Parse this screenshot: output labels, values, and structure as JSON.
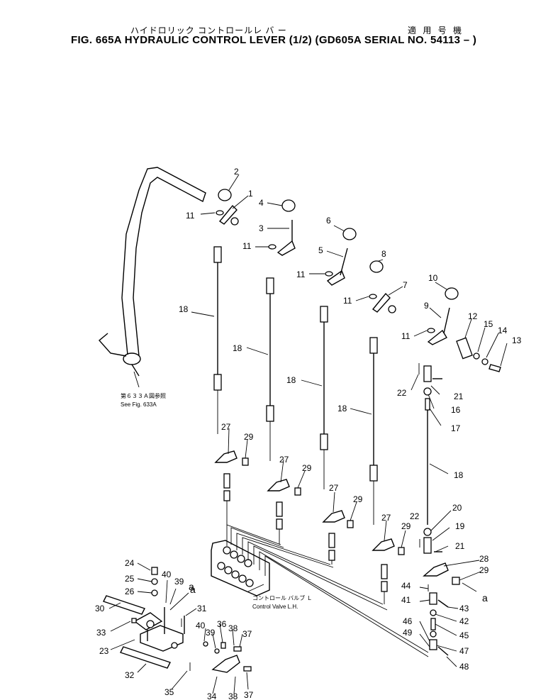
{
  "header": {
    "jp_title": "ハイドロリック コントロールレ バ ー",
    "jp_applicable": "適 用 号 機",
    "title": "FIG. 665A  HYDRAULIC CONTROL LEVER (1/2) (GD605A SERIAL NO. 54113 – )"
  },
  "notes": {
    "see_fig_jp": "第６３３Ａ図参照",
    "see_fig": "See Fig. 633A",
    "valve_jp": "コントロール バルブ Ｌ",
    "valve": "Control Valve L.H."
  },
  "callouts": [
    {
      "id": "c2",
      "text": "2"
    },
    {
      "id": "c1",
      "text": "1"
    },
    {
      "id": "c11a",
      "text": "11"
    },
    {
      "id": "c4",
      "text": "4"
    },
    {
      "id": "c3",
      "text": "3"
    },
    {
      "id": "c11b",
      "text": "11"
    },
    {
      "id": "c6",
      "text": "6"
    },
    {
      "id": "c5",
      "text": "5"
    },
    {
      "id": "c11c",
      "text": "11"
    },
    {
      "id": "c8",
      "text": "8"
    },
    {
      "id": "c7",
      "text": "7"
    },
    {
      "id": "c11d",
      "text": "11"
    },
    {
      "id": "c10",
      "text": "10"
    },
    {
      "id": "c9",
      "text": "9"
    },
    {
      "id": "c11e",
      "text": "11"
    },
    {
      "id": "c12",
      "text": "12"
    },
    {
      "id": "c15",
      "text": "15"
    },
    {
      "id": "c14",
      "text": "14"
    },
    {
      "id": "c13",
      "text": "13"
    },
    {
      "id": "c18a",
      "text": "18"
    },
    {
      "id": "c18b",
      "text": "18"
    },
    {
      "id": "c18c",
      "text": "18"
    },
    {
      "id": "c18d",
      "text": "18"
    },
    {
      "id": "c18e",
      "text": "18"
    },
    {
      "id": "c22a",
      "text": "22"
    },
    {
      "id": "c21a",
      "text": "21"
    },
    {
      "id": "c16",
      "text": "16"
    },
    {
      "id": "c17",
      "text": "17"
    },
    {
      "id": "c27a",
      "text": "27"
    },
    {
      "id": "c29a",
      "text": "29"
    },
    {
      "id": "c27b",
      "text": "27"
    },
    {
      "id": "c29b",
      "text": "29"
    },
    {
      "id": "c27c",
      "text": "27"
    },
    {
      "id": "c29c",
      "text": "29"
    },
    {
      "id": "c27d",
      "text": "27"
    },
    {
      "id": "c29d",
      "text": "29"
    },
    {
      "id": "c20",
      "text": "20"
    },
    {
      "id": "c22b",
      "text": "22"
    },
    {
      "id": "c19",
      "text": "19"
    },
    {
      "id": "c21b",
      "text": "21"
    },
    {
      "id": "c28",
      "text": "28"
    },
    {
      "id": "c29e",
      "text": "29"
    },
    {
      "id": "ca1",
      "text": "a"
    },
    {
      "id": "c44",
      "text": "44"
    },
    {
      "id": "c41",
      "text": "41"
    },
    {
      "id": "c43",
      "text": "43"
    },
    {
      "id": "ca2",
      "text": "a"
    },
    {
      "id": "c42",
      "text": "42"
    },
    {
      "id": "c46",
      "text": "46"
    },
    {
      "id": "c45",
      "text": "45"
    },
    {
      "id": "c49",
      "text": "49"
    },
    {
      "id": "c47",
      "text": "47"
    },
    {
      "id": "c48",
      "text": "48"
    },
    {
      "id": "c24",
      "text": "24"
    },
    {
      "id": "c40a",
      "text": "40"
    },
    {
      "id": "c25",
      "text": "25"
    },
    {
      "id": "c39a",
      "text": "39"
    },
    {
      "id": "c26",
      "text": "26"
    },
    {
      "id": "ca3",
      "text": "a"
    },
    {
      "id": "c30",
      "text": "30"
    },
    {
      "id": "c31",
      "text": "31"
    },
    {
      "id": "c40b",
      "text": "40"
    },
    {
      "id": "c36",
      "text": "36"
    },
    {
      "id": "c39b",
      "text": "39"
    },
    {
      "id": "c38a",
      "text": "38"
    },
    {
      "id": "c37a",
      "text": "37"
    },
    {
      "id": "c33",
      "text": "33"
    },
    {
      "id": "c23",
      "text": "23"
    },
    {
      "id": "c32",
      "text": "32"
    },
    {
      "id": "c35",
      "text": "35"
    },
    {
      "id": "c34",
      "text": "34"
    },
    {
      "id": "c38b",
      "text": "38"
    },
    {
      "id": "c37b",
      "text": "37"
    }
  ]
}
